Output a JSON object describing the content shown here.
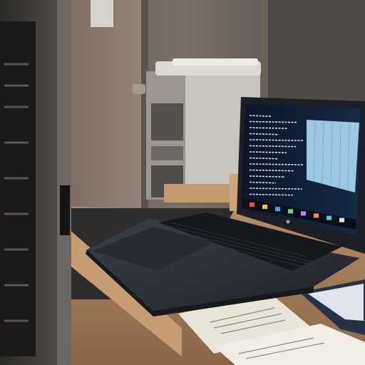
{
  "scene": {
    "subject": "laptop",
    "laptop_screen": {
      "terminal_line_count": 14,
      "taskbar_icon_count": 8
    },
    "colors": {
      "wall": "#6e655c",
      "door": "#85776a",
      "desk_wood": "#a9825c",
      "laptop_body": "#2b2f36",
      "screen_bg": "#0f1a2b",
      "screen_text": "#cfe2ff",
      "screen_panel": "#a9d6f2",
      "paper": "#e9e4da",
      "tower": "#3a3735"
    }
  }
}
